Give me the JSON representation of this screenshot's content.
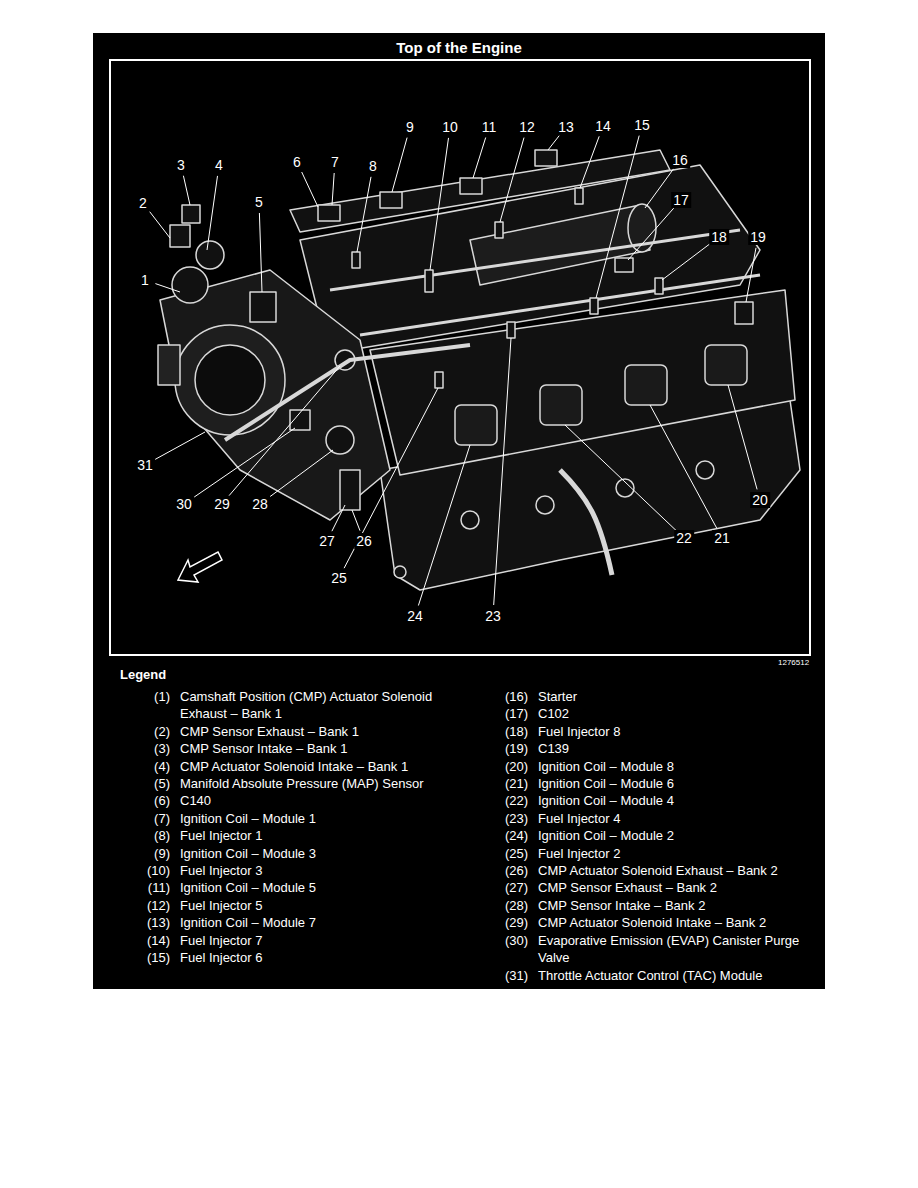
{
  "diagram": {
    "title": "Top of the Engine",
    "labels": [
      "1276512",
      "Legend",
      "1",
      "2",
      "3",
      "4",
      "5",
      "6",
      "7",
      "8",
      "9",
      "10",
      "11",
      "12",
      "13",
      "14",
      "15",
      "16",
      "17",
      "18",
      "19",
      "20",
      "21",
      "22",
      "23",
      "24",
      "25",
      "26",
      "27",
      "28",
      "29",
      "30",
      "31",
      "(1)",
      "Camshaft Position (CMP) Actuator Solenoid Exhaust – Bank 1",
      "(2)",
      "CMP Sensor Exhaust – Bank 1",
      "(3)",
      "CMP Sensor Intake – Bank 1",
      "(4)",
      "CMP Actuator Solenoid Intake – Bank 1",
      "(5)",
      "Manifold Absolute Pressure (MAP) Sensor",
      "(6)",
      "C140",
      "(7)",
      "Ignition Coil – Module 1",
      "(8)",
      "Fuel Injector 1",
      "(9)",
      "Ignition Coil – Module 3",
      "(10)",
      "Fuel Injector 3",
      "(11)",
      "Ignition Coil – Module 5",
      "(12)",
      "Fuel Injector 5",
      "(13)",
      "Ignition Coil – Module 7",
      "(14)",
      "Fuel Injector 7",
      "(15)",
      "Fuel Injector 6",
      "(16)",
      "Starter",
      "(17)",
      "C102",
      "(18)",
      "Fuel Injector 8",
      "(19)",
      "C139",
      "(20)",
      "Ignition Coil – Module 8",
      "(21)",
      "Ignition Coil – Module 6",
      "(22)",
      "Ignition Coil – Module 4",
      "(23)",
      "Fuel Injector 4",
      "(24)",
      "Ignition Coil – Module 2",
      "(25)",
      "Fuel Injector 2",
      "(26)",
      "CMP Actuator Solenoid Exhaust – Bank 2",
      "(27)",
      "CMP Sensor Exhaust – Bank 2",
      "(28)",
      "CMP Sensor Intake – Bank 2",
      "(29)",
      "CMP Actuator Solenoid Intake – Bank 2",
      "(30)",
      "Evaporative Emission (EVAP) Canister Purge Valve",
      "(31)",
      "Throttle Actuator Control (TAC) Module"
    ]
  }
}
